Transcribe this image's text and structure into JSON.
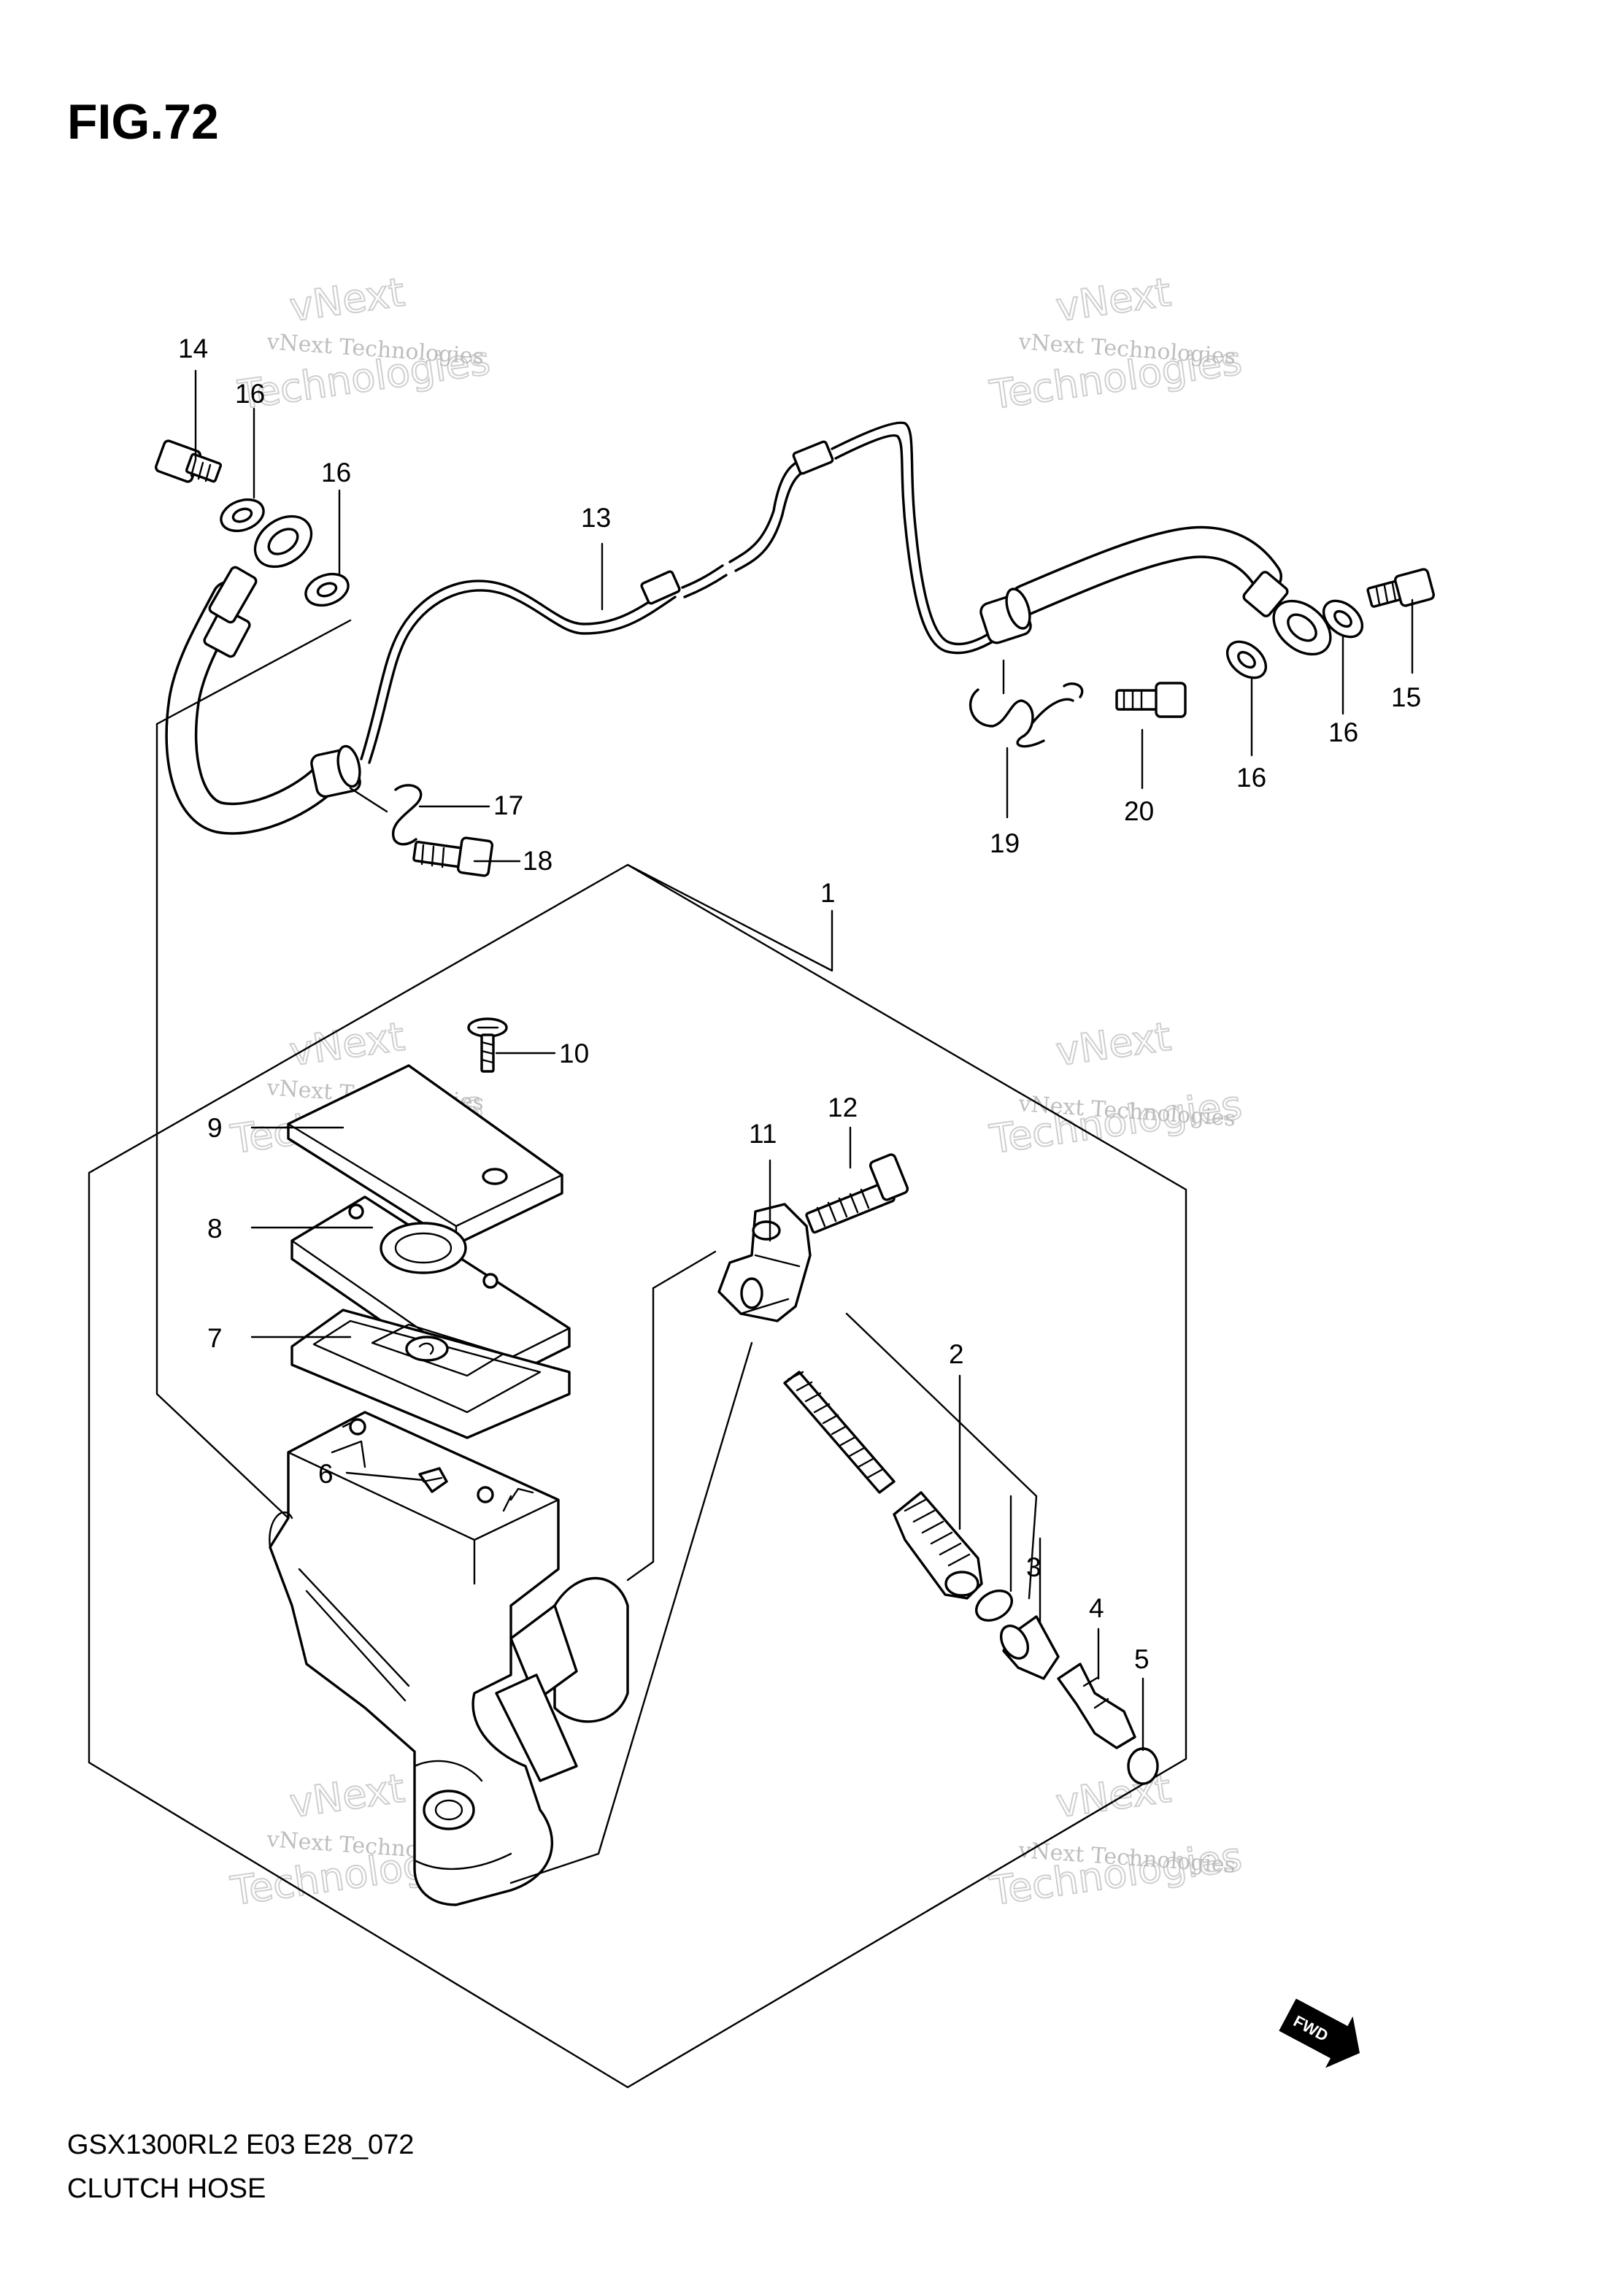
{
  "figure": {
    "title": "FIG.72",
    "model_code": "GSX1300RL2 E03 E28_072",
    "section_title": "CLUTCH HOSE"
  },
  "watermark": {
    "line1": "vNext Technologies",
    "line2": "vNext",
    "line3": "Technologies"
  },
  "direction_badge": {
    "label": "FWD"
  },
  "callouts": [
    {
      "ref": "1",
      "label": "1"
    },
    {
      "ref": "2",
      "label": "2"
    },
    {
      "ref": "3",
      "label": "3"
    },
    {
      "ref": "4",
      "label": "4"
    },
    {
      "ref": "5",
      "label": "5"
    },
    {
      "ref": "6",
      "label": "6"
    },
    {
      "ref": "7",
      "label": "7"
    },
    {
      "ref": "8",
      "label": "8"
    },
    {
      "ref": "9",
      "label": "9"
    },
    {
      "ref": "10",
      "label": "10"
    },
    {
      "ref": "11",
      "label": "11"
    },
    {
      "ref": "12",
      "label": "12"
    },
    {
      "ref": "13",
      "label": "13"
    },
    {
      "ref": "14",
      "label": "14"
    },
    {
      "ref": "15",
      "label": "15"
    },
    {
      "ref": "16a",
      "label": "16"
    },
    {
      "ref": "16b",
      "label": "16"
    },
    {
      "ref": "16c",
      "label": "16"
    },
    {
      "ref": "16d",
      "label": "16"
    },
    {
      "ref": "17",
      "label": "17"
    },
    {
      "ref": "18",
      "label": "18"
    },
    {
      "ref": "19",
      "label": "19"
    },
    {
      "ref": "20",
      "label": "20"
    }
  ]
}
